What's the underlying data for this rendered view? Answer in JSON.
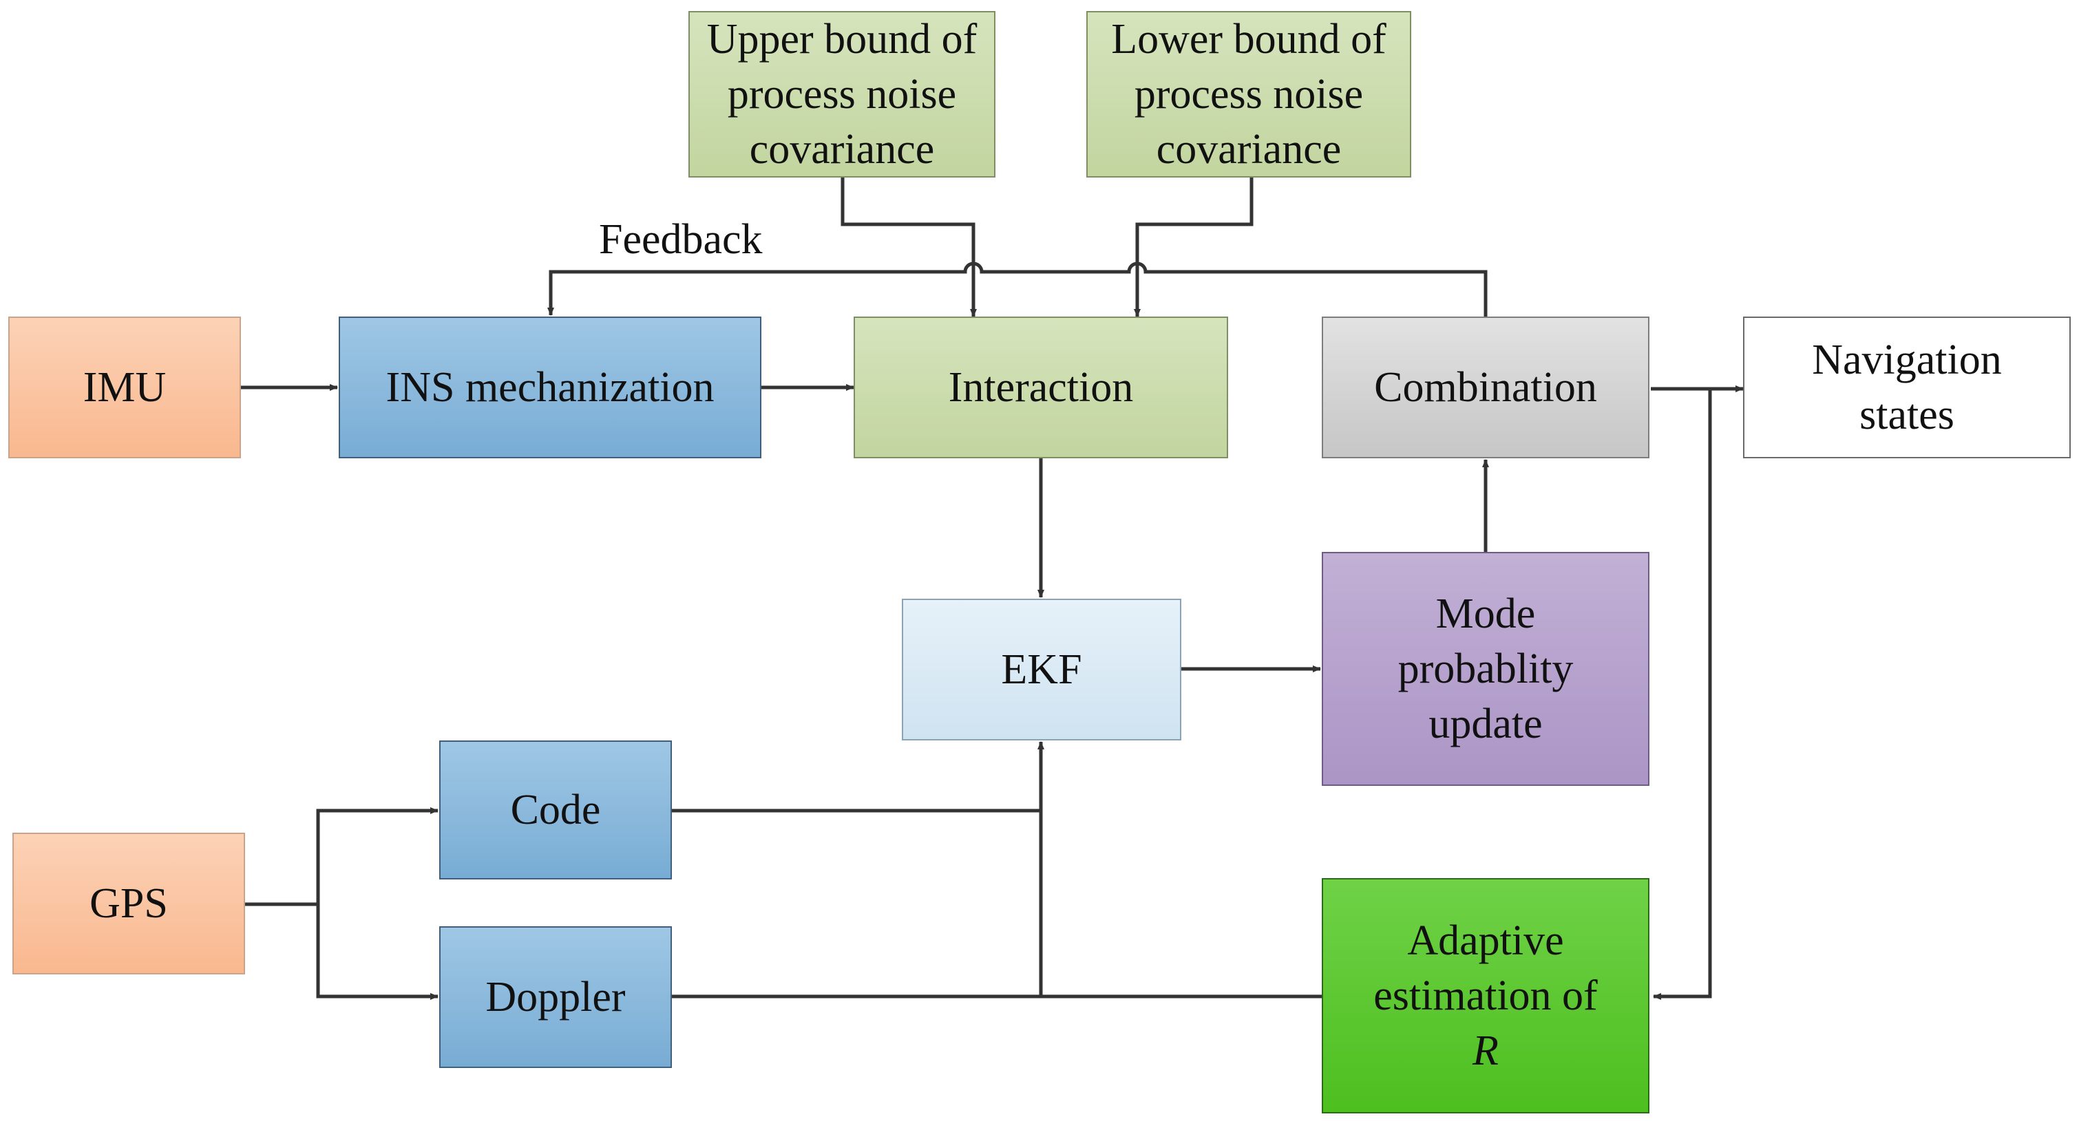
{
  "nodes": {
    "imu": "IMU",
    "ins": "INS mechanization",
    "interaction": "Interaction",
    "combination": "Combination",
    "nav": "Navigation\nstates",
    "upper": "Upper bound of\nprocess noise\ncovariance",
    "lower": "Lower bound of\nprocess noise\ncovariance",
    "ekf": "EKF",
    "mode": "Mode\nprobablity\nupdate",
    "gps": "GPS",
    "code": "Code",
    "doppler": "Doppler",
    "adaptive_line1": "Adaptive",
    "adaptive_line2": "estimation of",
    "adaptive_symbol": "R"
  },
  "labels": {
    "feedback": "Feedback"
  },
  "colors": {
    "wire": "#333333"
  }
}
